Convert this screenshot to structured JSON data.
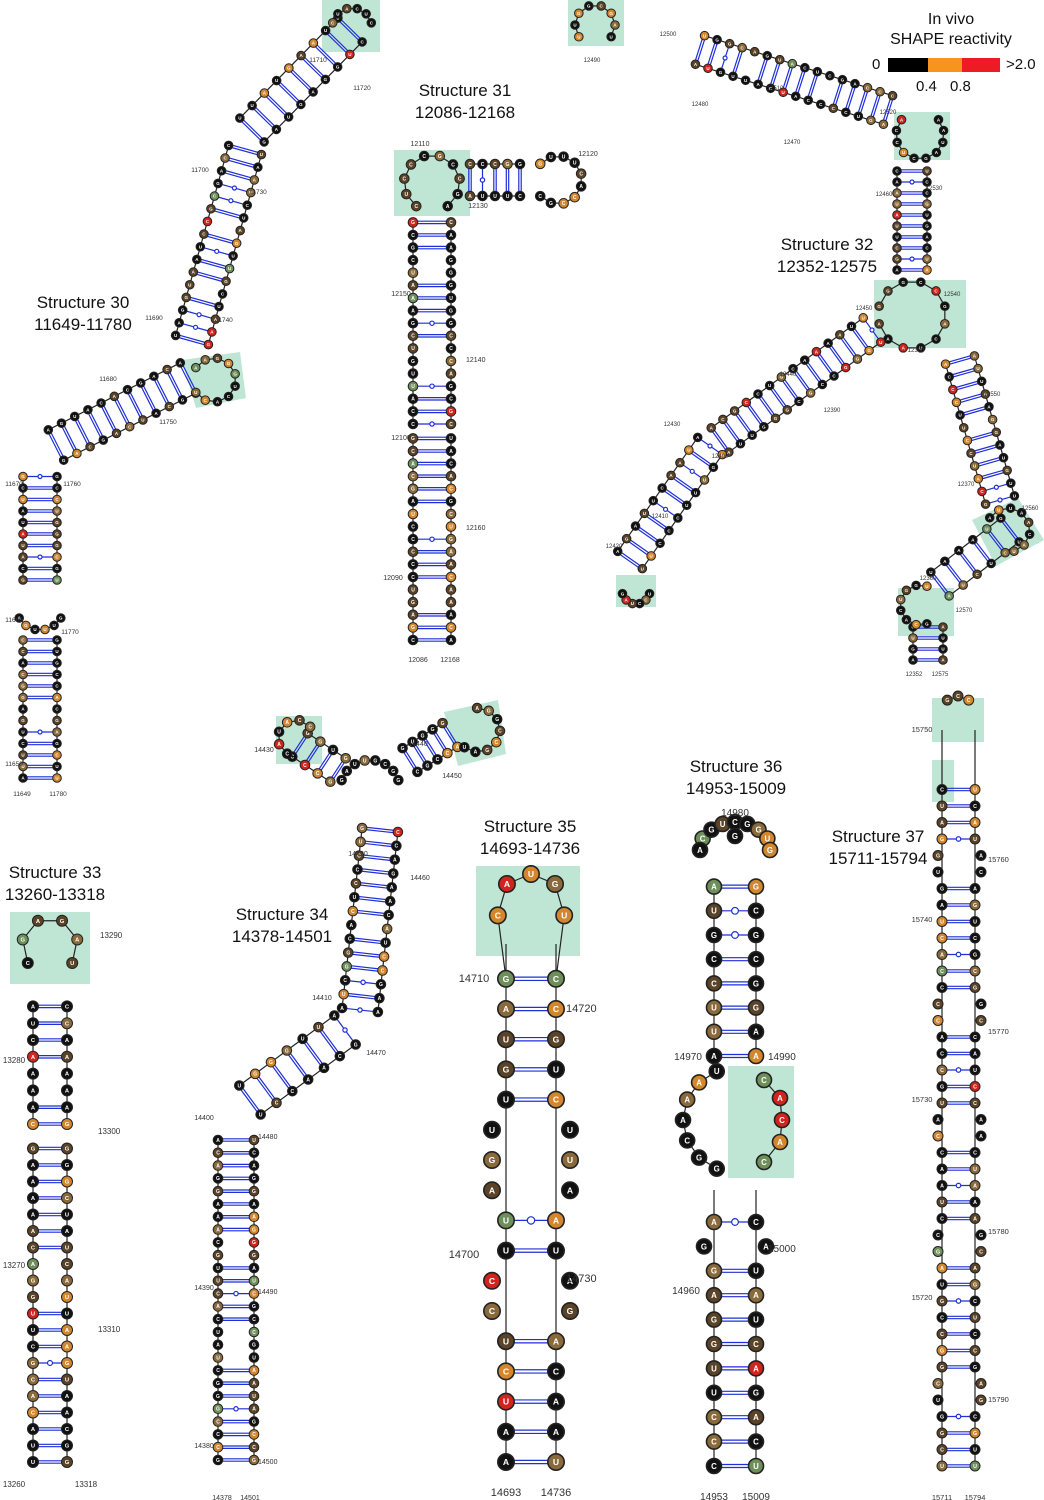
{
  "legend": {
    "title_line1": "In vivo",
    "title_line2": "SHAPE reactivity",
    "label_min": "0",
    "label_mid1": "0.4",
    "label_mid2": "0.8",
    "label_max": ">2.0",
    "colors": {
      "low": "#000000",
      "mid": "#f7941d",
      "high": "#ed1c24"
    }
  },
  "colors": {
    "pair": "#1f2fd6",
    "backbone": "#222222",
    "highlight": "#bfe6d4",
    "nt_black": "#111111",
    "nt_brown": "#5a4326",
    "nt_tan": "#8a6a3a",
    "nt_orange": "#d2862e",
    "nt_red": "#d0241d",
    "nt_green": "#6e8f5a"
  },
  "structures": [
    {
      "id": "s30",
      "title": "Structure 30",
      "range": "11649-11780",
      "ticks": [
        "11649",
        "11780",
        "11650",
        "11660",
        "11670",
        "11680",
        "11690",
        "11700",
        "11710",
        "11720",
        "11730",
        "11740",
        "11750",
        "11760",
        "11770"
      ]
    },
    {
      "id": "s31",
      "title": "Structure 31",
      "range": "12086-12168",
      "ticks": [
        "12086",
        "12168",
        "12090",
        "12100",
        "12110",
        "12120",
        "12130",
        "12140",
        "12150",
        "12160"
      ]
    },
    {
      "id": "s32",
      "title": "Structure 32",
      "range": "12352-12575",
      "ticks": [
        "12352",
        "12575",
        "12360",
        "12370",
        "12380",
        "12390",
        "12400",
        "12410",
        "12420",
        "12430",
        "12440",
        "12450",
        "12460",
        "12470",
        "12480",
        "12490",
        "12500",
        "12510",
        "12520",
        "12530",
        "12540",
        "12550",
        "12560",
        "12570"
      ]
    },
    {
      "id": "s33",
      "title": "Structure 33",
      "range": "13260-13318",
      "ticks": [
        "13260",
        "13318",
        "13270",
        "13280",
        "13290",
        "13300",
        "13310"
      ]
    },
    {
      "id": "s34",
      "title": "Structure 34",
      "range": "14378-14501",
      "ticks": [
        "14378",
        "14501",
        "14380",
        "14390",
        "14400",
        "14410",
        "14420",
        "14430",
        "14440",
        "14450",
        "14460",
        "14470",
        "14480",
        "14490",
        "14500"
      ]
    },
    {
      "id": "s35",
      "title": "Structure 35",
      "range": "14693-14736",
      "ticks": [
        "14693",
        "14736",
        "14700",
        "14710",
        "14720",
        "14730"
      ],
      "hairpin_left": [
        "A",
        "A",
        "U",
        "C",
        "U",
        "C",
        "C",
        "U",
        "U",
        "A",
        "G",
        "U",
        "U",
        "G",
        "U",
        "A",
        "C"
      ],
      "hairpin_right": [
        "U",
        "A",
        "A",
        "C",
        "A",
        "G",
        "A",
        "U",
        "A",
        "A",
        "U",
        "U",
        "C",
        "U",
        "G",
        "C"
      ],
      "loop": [
        "C",
        "A",
        "A",
        "U",
        "G",
        "U"
      ]
    },
    {
      "id": "s36",
      "title": "Structure 36",
      "range": "14953-15009",
      "ticks": [
        "14953",
        "15009",
        "14960",
        "14970",
        "14980",
        "14990",
        "15000"
      ]
    },
    {
      "id": "s37",
      "title": "Structure 37",
      "range": "15711-15794",
      "ticks": [
        "15711",
        "15794",
        "15720",
        "15730",
        "15740",
        "15750",
        "15760",
        "15770",
        "15780",
        "15790"
      ]
    }
  ]
}
